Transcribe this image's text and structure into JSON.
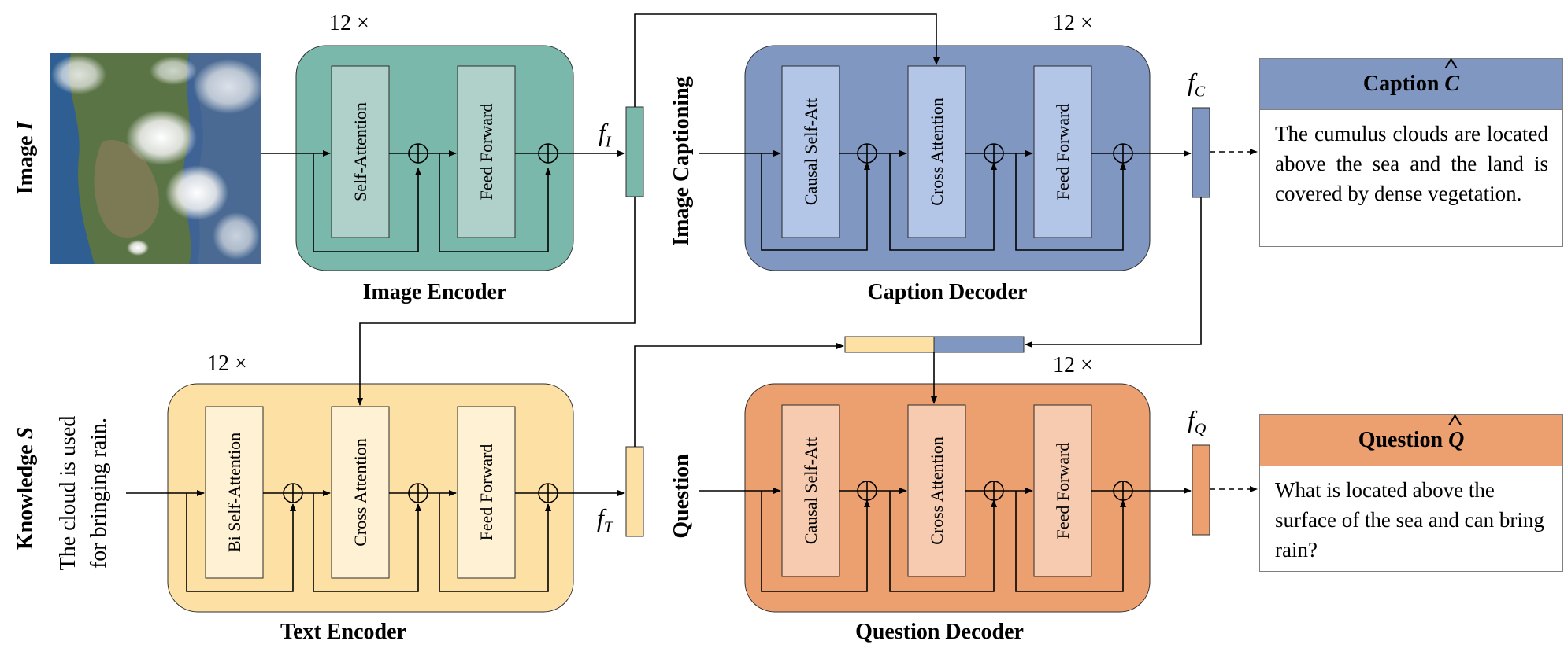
{
  "colors": {
    "image_encoder_bg": "#79b8ab",
    "image_encoder_block": "#b0d1ca",
    "caption_decoder_bg": "#7f97c1",
    "caption_decoder_block": "#b3c6e8",
    "text_encoder_bg": "#fde0a4",
    "text_encoder_block": "#fff1d3",
    "question_decoder_bg": "#eca06f",
    "question_decoder_block": "#f7cbaf",
    "line": "#000000",
    "box_border": "#7f7f7f"
  },
  "inputs": {
    "image_label": "Image",
    "image_symbol": "I",
    "knowledge_label": "Knowledge",
    "knowledge_symbol": "S",
    "knowledge_text_line1": "The cloud is used",
    "knowledge_text_line2": "for bringing rain.",
    "image_captioning_label": "Image Captioning",
    "question_label": "Question"
  },
  "modules": {
    "image_encoder": {
      "title": "Image Encoder",
      "repeat": "12 ×",
      "blocks": [
        "Self-Attention",
        "Feed Forward"
      ]
    },
    "caption_decoder": {
      "title": "Caption Decoder",
      "repeat": "12 ×",
      "blocks": [
        "Causal Self-Att",
        "Cross Attention",
        "Feed Forward"
      ]
    },
    "text_encoder": {
      "title": "Text Encoder",
      "repeat": "12 ×",
      "blocks": [
        "Bi Self-Attention",
        "Cross Attention",
        "Feed Forward"
      ]
    },
    "question_decoder": {
      "title": "Question Decoder",
      "repeat": "12 ×",
      "blocks": [
        "Causal Self-Att",
        "Cross Attention",
        "Feed Forward"
      ]
    }
  },
  "features": {
    "fI": {
      "base": "f",
      "sub": "I"
    },
    "fC": {
      "base": "f",
      "sub": "C"
    },
    "fT": {
      "base": "f",
      "sub": "T"
    },
    "fQ": {
      "base": "f",
      "sub": "Q"
    }
  },
  "outputs": {
    "caption": {
      "title": "Caption",
      "symbol": "C",
      "hat": "^",
      "text": "The cumulus clouds are located above the sea and the land is covered by dense vegetation."
    },
    "question": {
      "title": "Question",
      "symbol": "Q",
      "hat": "^",
      "text": "What is located above the surface of the sea and can bring rain?"
    }
  }
}
